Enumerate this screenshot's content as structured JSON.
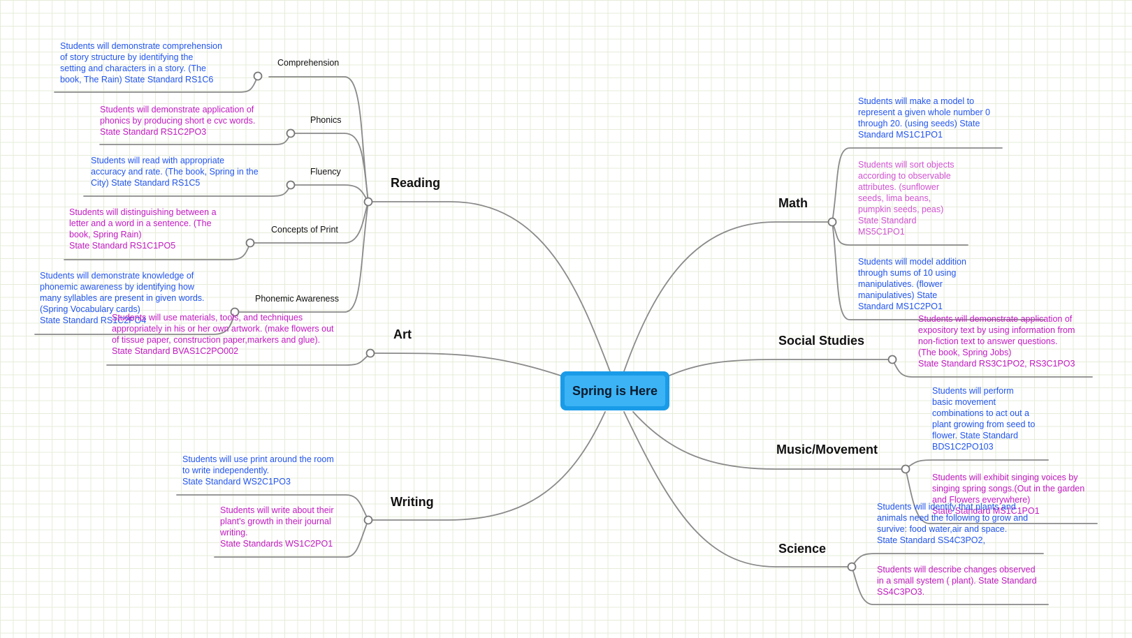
{
  "center": {
    "title": "Spring is Here"
  },
  "colors": {
    "line": "#8a8a8a",
    "center": "#1a9be8",
    "blue_text": "#2255ee",
    "magenta_text": "#c21ac2",
    "pink_text": "#d152d1"
  },
  "branches": {
    "reading": {
      "label": "Reading",
      "topics": {
        "comprehension": {
          "label": "Comprehension",
          "note": "Students will demonstrate comprehension\nof story structure by identifying the\nsetting and characters in a story. (The\nbook, The Rain) State Standard RS1C6"
        },
        "phonics": {
          "label": "Phonics",
          "note": "Students will demonstrate application of\nphonics by producing short e cvc words.\nState Standard RS1C2PO3"
        },
        "fluency": {
          "label": "Fluency",
          "note": "Students will read with appropriate\naccuracy and rate. (The book, Spring in the\nCity) State Standard  RS1C5"
        },
        "concepts": {
          "label": "Concepts of Print",
          "note": "Students will distinguishing between a\nletter and  a word in a sentence. (The\nbook, Spring Rain)\nState Standard RS1C1PO5"
        },
        "phonemic": {
          "label": "Phonemic Awareness",
          "note": "Students will demonstrate knowledge of\nphonemic awareness by identifying how\nmany syllables are present in given words.\n(Spring Vocabulary cards)\nState Standard RS1C2PO4"
        }
      }
    },
    "art": {
      "label": "Art",
      "note": "Students will use materials, tools, and techniques\nappropriately in his or her own artwork. (make flowers out\nof tissue paper,  construction paper,markers and glue).\nState Standard BVAS1C2PO002"
    },
    "writing": {
      "label": "Writing",
      "notes": [
        "Students will use print around the room\nto write independently.\nState Standard  WS2C1PO3",
        "Students will write about their\nplant's growth in their journal\nwriting.\nState Standards WS1C2PO1"
      ]
    },
    "math": {
      "label": "Math",
      "notes": [
        "Students will make a model to\nrepresent a given whole number 0\nthrough 20. (using seeds) State\nStandard MS1C1PO1",
        "Students will sort objects\naccording to observable\nattributes. (sunflower\nseeds, lima beans,\npumpkin seeds, peas)\nState Standard\nMS5C1PO1",
        "Students will model addition\nthrough sums of 10 using\nmanipulatives. (flower\nmanipulatives)  State\nStandard MS1C2PO1"
      ]
    },
    "social": {
      "label": "Social Studies",
      "note": "Students will demonstrate application of\nexpository text by using information from\nnon-fiction text to answer questions.\n(The book, Spring Jobs)\nState Standard RS3C1PO2, RS3C1PO3"
    },
    "music": {
      "label": "Music/Movement",
      "notes": [
        "Students will perform\nbasic movement\ncombinations  to act out a\nplant growing from seed to\nflower.  State Standard\nBDS1C2PO103",
        "Students will exhibit singing voices by\nsinging spring songs.(Out in the garden\nand Flowers everywhere)\nState Standard MS1C1PO1"
      ]
    },
    "science": {
      "label": "Science",
      "notes": [
        "Students will identify that plants and\nanimals need the following to grow and\nsurvive: food water,air and space.\nState Standard SS4C3PO2,",
        "Students will describe changes observed\nin a small system ( plant). State Standard\nSS4C3PO3."
      ]
    }
  }
}
